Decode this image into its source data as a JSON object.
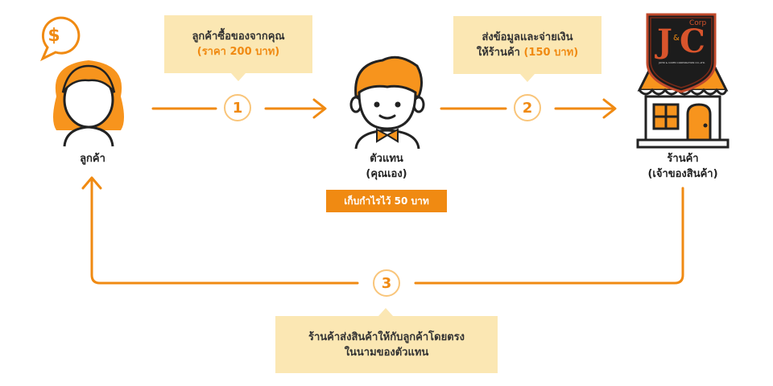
{
  "notes": {
    "note1": {
      "line1": "ลูกค้าซื้อของจากคุณ",
      "line2": "(ราคา 200 บาท)"
    },
    "note2": {
      "line1": "ส่งข้อมูลและจ่ายเงิน",
      "line2a": "ให้ร้านค้า ",
      "line2b": "(150 บาท)"
    },
    "note3": {
      "line1": "ร้านค้าส่งสินค้าให้กับลูกค้าโดยตรง",
      "line2": "ในนามของตัวแทน"
    }
  },
  "actors": {
    "customer": {
      "label": "ลูกค้า"
    },
    "agent": {
      "line1": "ตัวแทน",
      "line2": "(คุณเอง)"
    },
    "shop": {
      "line1": "ร้านค้า",
      "line2": "(เจ้าของสินค้า)"
    }
  },
  "profit": "เก็บกำไรไว้ 50 บาท",
  "steps": [
    "1",
    "2",
    "3"
  ],
  "currency_symbol": "$",
  "logo": {
    "letter1": "J",
    "letter2": "C",
    "amp": "&",
    "corp": "Corp",
    "tagline": "JOHN & COMM CORPORATION CO.,LTD."
  },
  "colors": {
    "accent": "#f08a12",
    "note_bg": "#fbe7b3",
    "step_ring": "#f9c57a"
  }
}
